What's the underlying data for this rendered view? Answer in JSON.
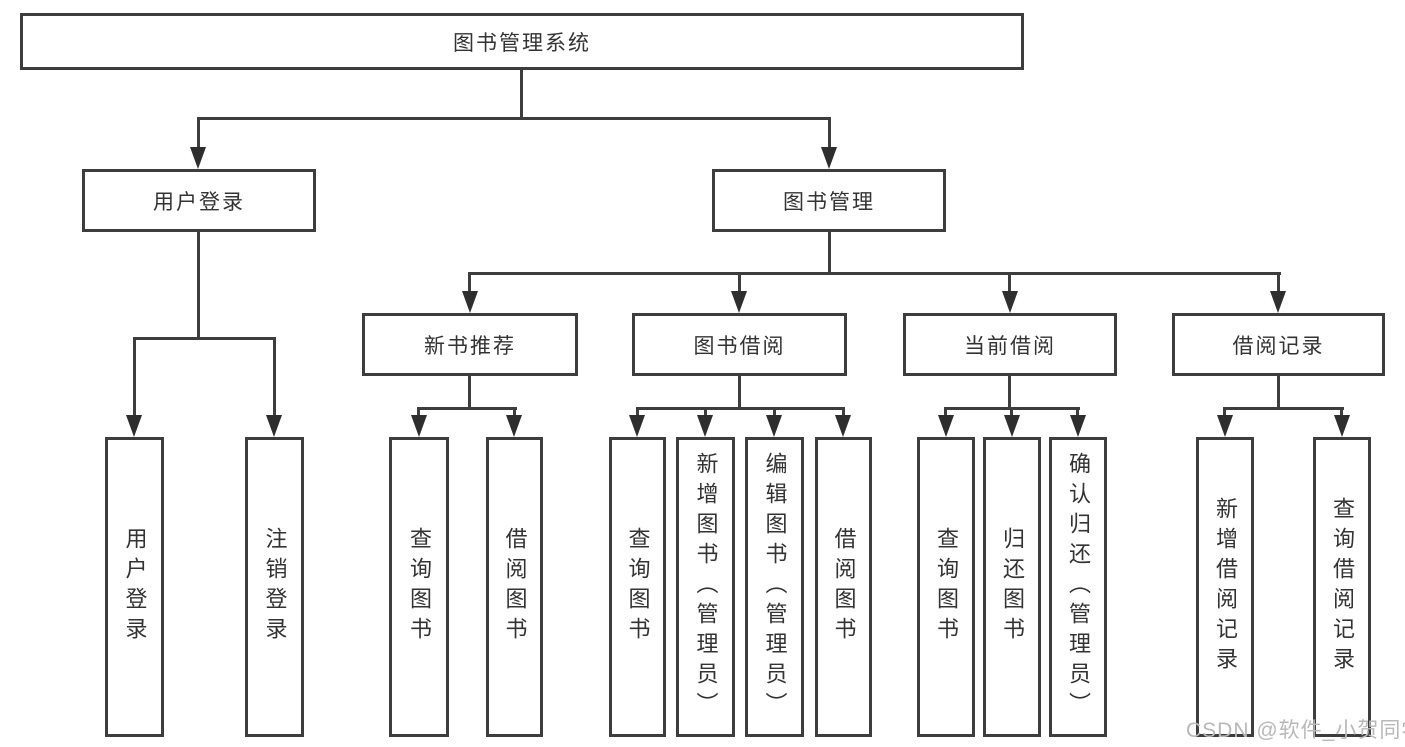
{
  "diagram": {
    "root": "图书管理系统",
    "level2": {
      "user_login": "用户登录",
      "book_mgmt": "图书管理"
    },
    "level3": {
      "new_book_rec": "新书推荐",
      "book_borrow": "图书借阅",
      "current_borrow": "当前借阅",
      "borrow_record": "借阅记录"
    },
    "leaves": {
      "user_login_1": "用户登录",
      "user_login_2": "注销登录",
      "new_book_1": "查询图书",
      "new_book_2": "借阅图书",
      "borrow_1": "查询图书",
      "borrow_2": "新增图书（管理员）",
      "borrow_3": "编辑图书（管理员）",
      "borrow_4": "借阅图书",
      "current_1": "查询图书",
      "current_2": "归还图书",
      "current_3": "确认归还（管理员）",
      "record_1": "新增借阅记录",
      "record_2": "查询借阅记录"
    }
  },
  "watermark": "CSDN @软件_小贺同学",
  "colors": {
    "line": "#3d3d3d",
    "arrow": "#2e2e2e",
    "text": "#333333",
    "watermark": "#b8b8b8",
    "background": "#ffffff"
  }
}
